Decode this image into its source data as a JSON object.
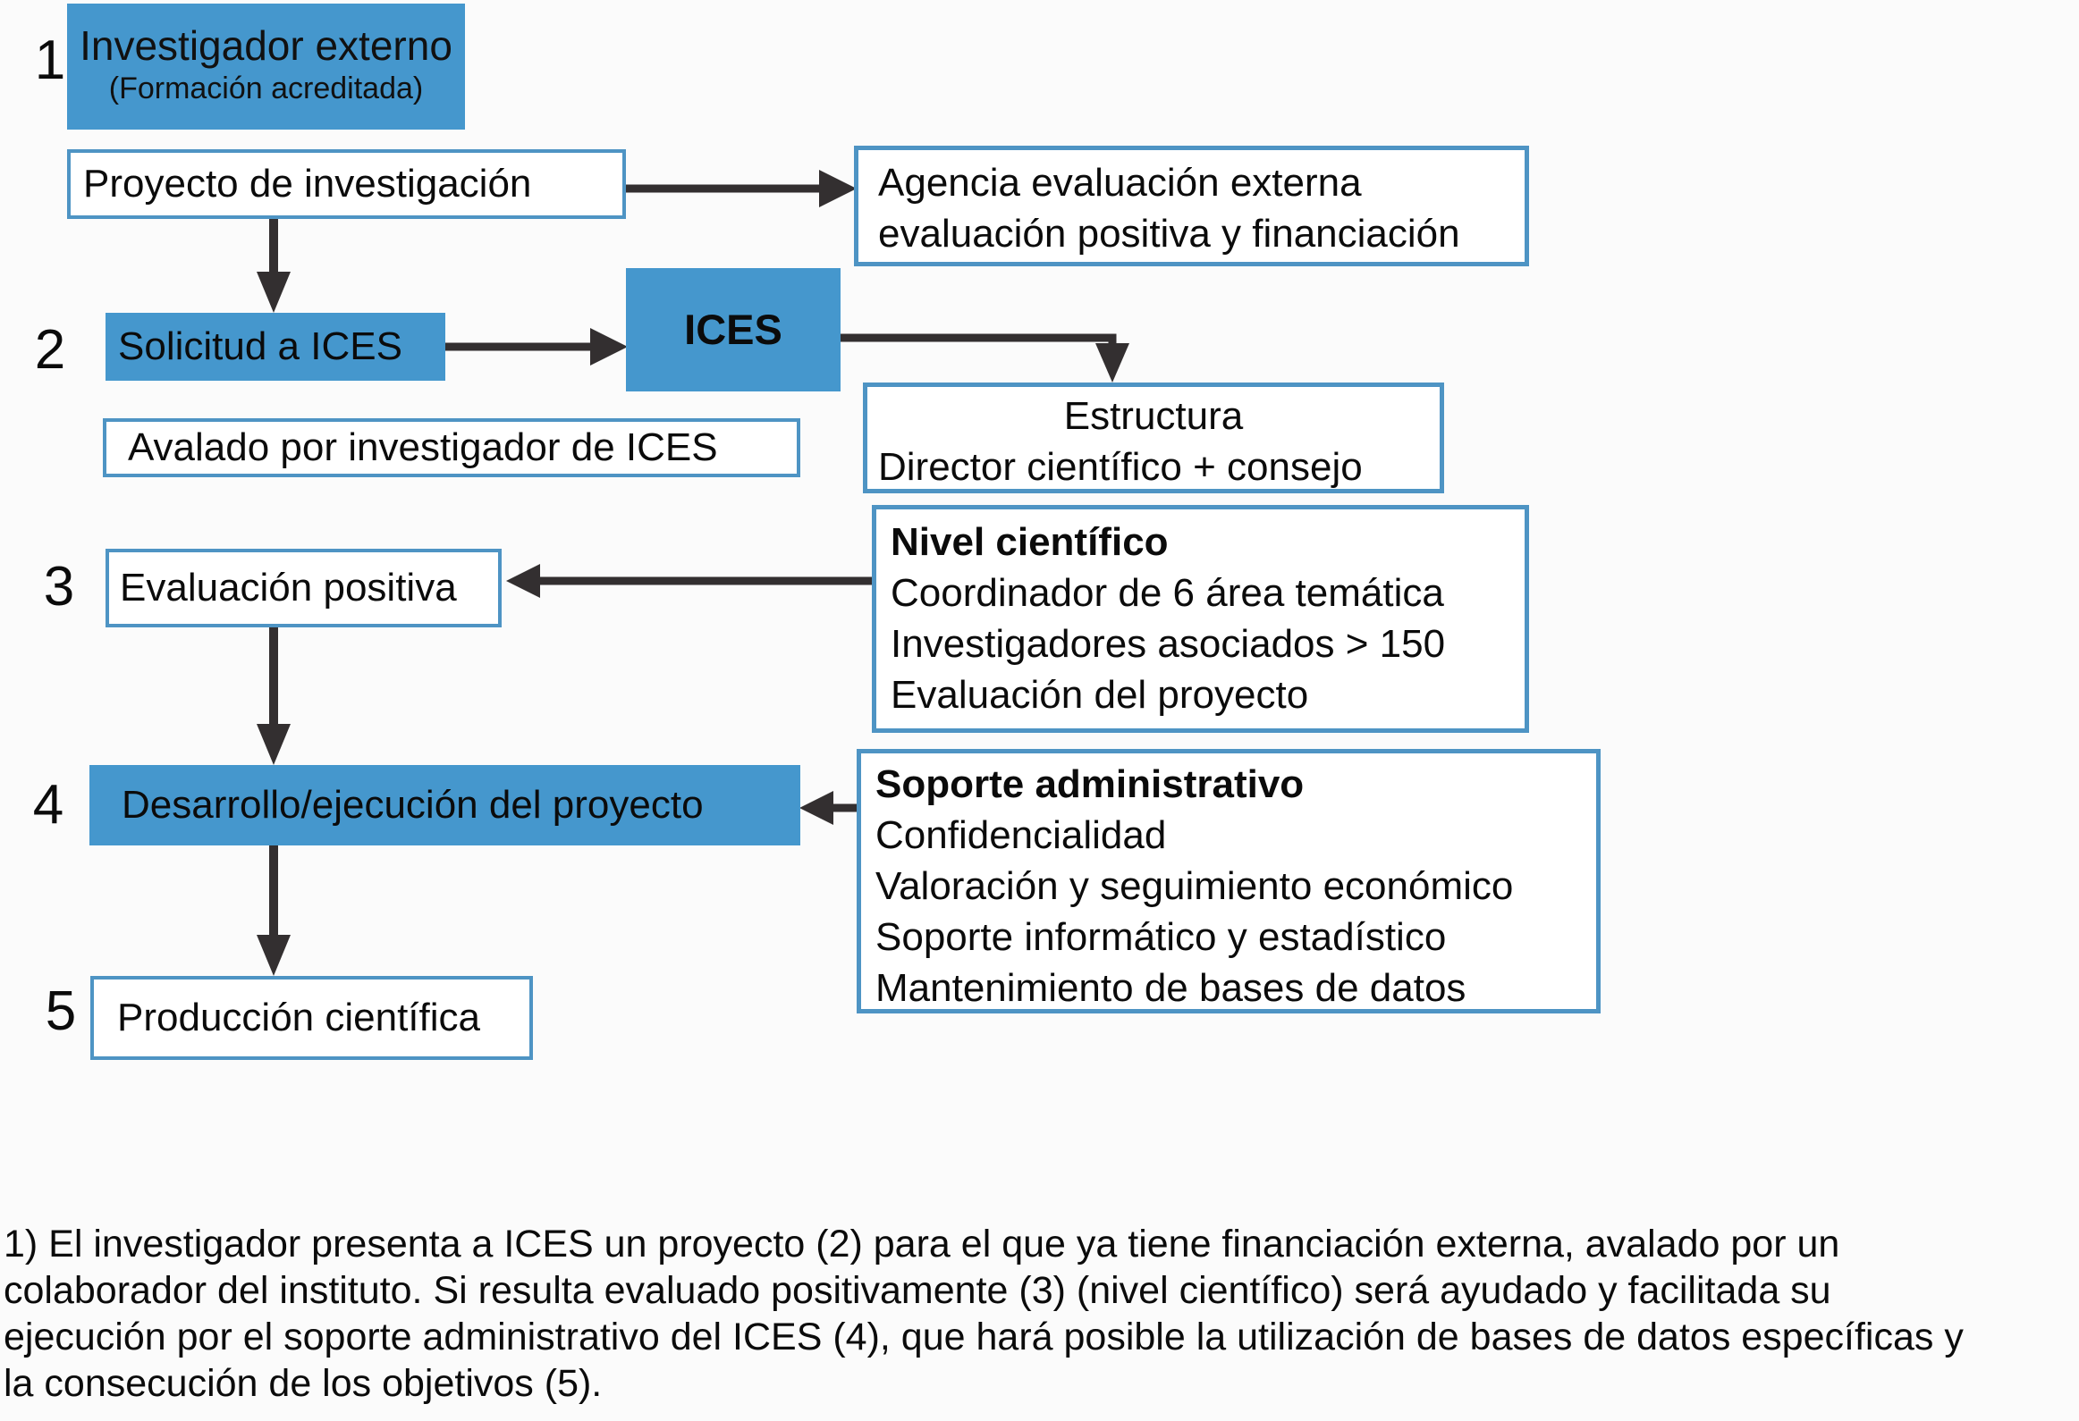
{
  "palette": {
    "box_fill_blue": "#4597cd",
    "box_border_blue": "#4e94c4",
    "arrow_color": "#332f30",
    "background": "#fbfbfb",
    "text_color": "#0b0b0b"
  },
  "step_numbers": {
    "n1": "1",
    "n2": "2",
    "n3": "3",
    "n4": "4",
    "n5": "5"
  },
  "boxes": {
    "investigador": {
      "title": "Investigador externo",
      "subtitle": "(Formación acreditada)"
    },
    "proyecto": {
      "label": "Proyecto de investigación"
    },
    "agencia": {
      "lines": [
        "Agencia evaluación externa",
        "evaluación positiva y financiación"
      ]
    },
    "solicitud": {
      "label": "Solicitud a ICES"
    },
    "ices": {
      "label": "ICES"
    },
    "estructura": {
      "line1": "Estructura",
      "line2": "Director científico + consejo"
    },
    "avalado": {
      "label": "Avalado por investigador de ICES"
    },
    "evaluacion": {
      "label": "Evaluación positiva"
    },
    "nivel": {
      "header": "Nivel científico",
      "items": [
        "Coordinador de 6 área temática",
        "Investigadores asociados > 150",
        "Evaluación del proyecto"
      ]
    },
    "desarrollo": {
      "label": "Desarrollo/ejecución del proyecto"
    },
    "soporte": {
      "header": "Soporte administrativo",
      "items": [
        "Confidencialidad",
        "Valoración y seguimiento económico",
        "Soporte informático y estadístico",
        "Mantenimiento de bases de datos"
      ]
    },
    "produccion": {
      "label": "Producción científica"
    }
  },
  "footnote": {
    "lines": [
      "1) El investigador presenta a ICES un proyecto (2) para el que ya tiene financiación externa, avalado por un",
      "colaborador del instituto. Si resulta evaluado positivamente (3) (nivel científico) será ayudado y facilitada su",
      "ejecución por el soporte administrativo del ICES (4), que hará posible la utilización de bases de datos específicas y",
      "la consecución de los objetivos (5)."
    ]
  }
}
